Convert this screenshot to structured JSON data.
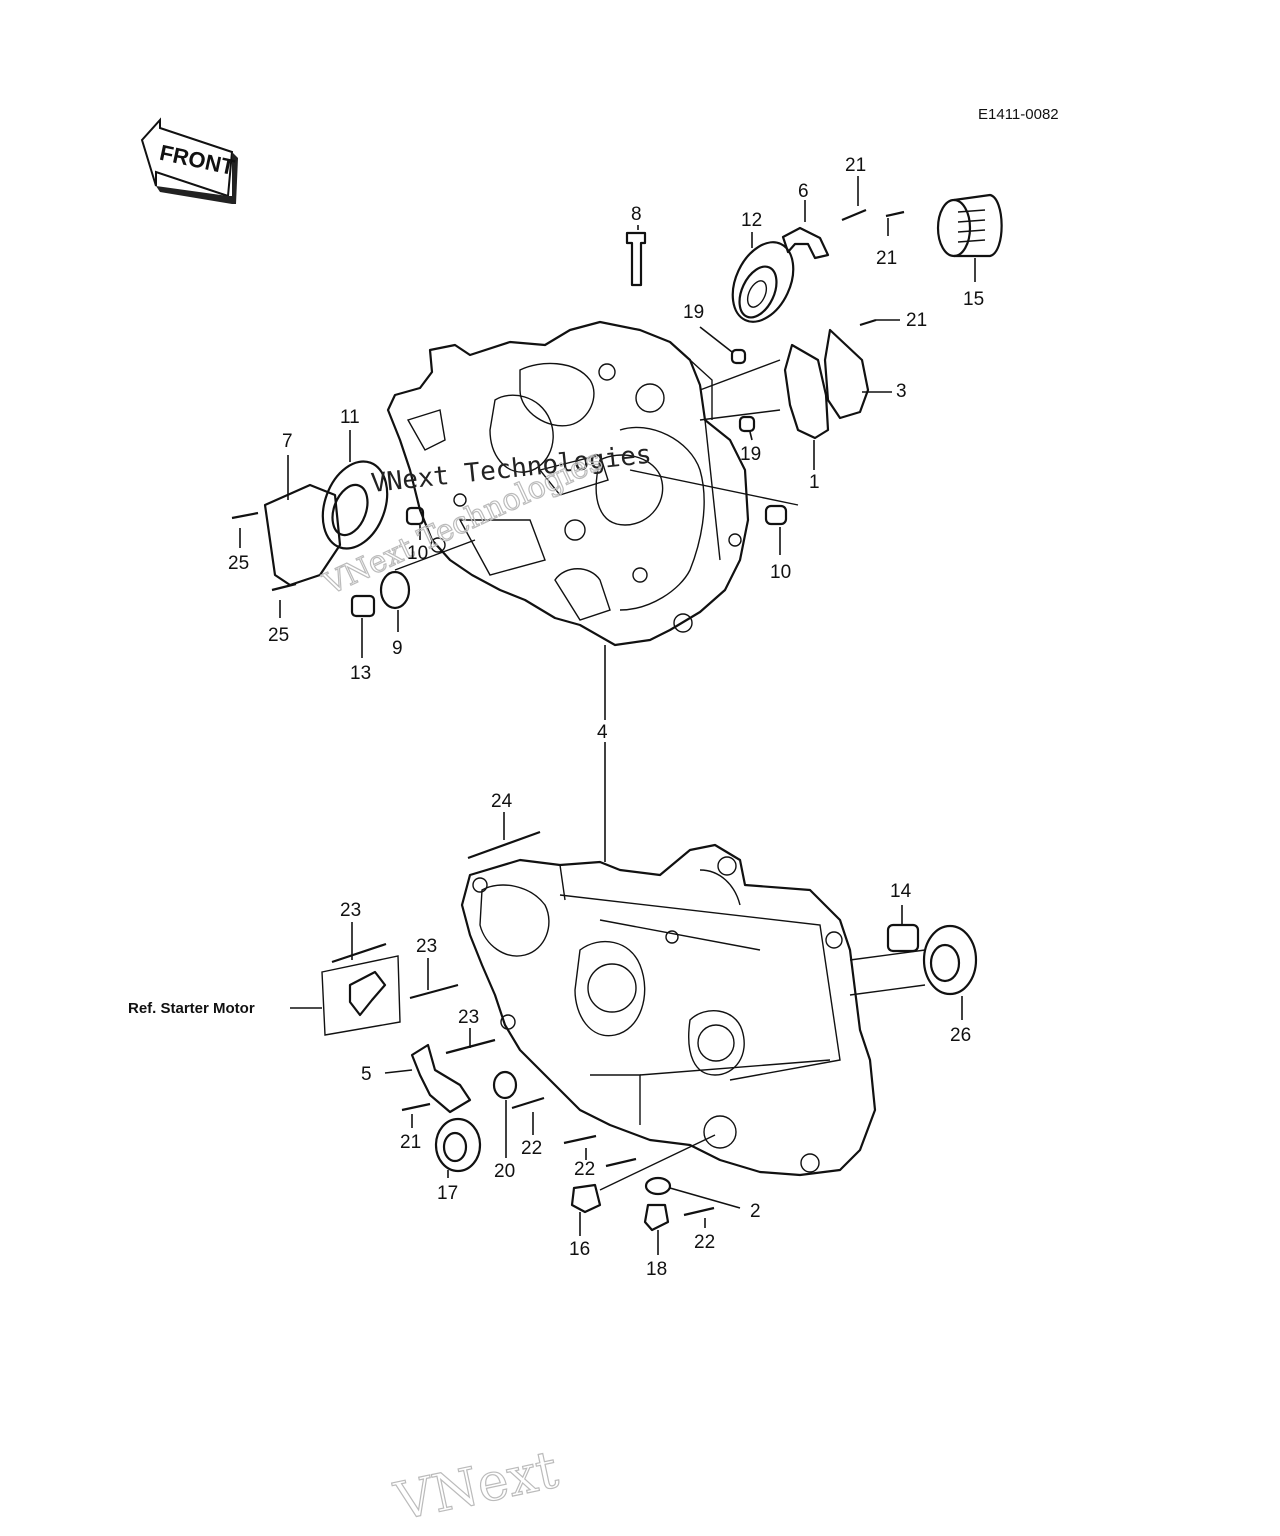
{
  "diagram_code": "E1411-0082",
  "front_label": "FRONT",
  "reference_note": "Ref. Starter Motor",
  "watermark": {
    "primary": "VNext Technologies",
    "secondary": "VNext"
  },
  "part_labels": [
    {
      "id": "l1",
      "text": "1"
    },
    {
      "id": "l2",
      "text": "2"
    },
    {
      "id": "l3",
      "text": "3"
    },
    {
      "id": "l4",
      "text": "4"
    },
    {
      "id": "l5",
      "text": "5"
    },
    {
      "id": "l6",
      "text": "6"
    },
    {
      "id": "l7",
      "text": "7"
    },
    {
      "id": "l8",
      "text": "8"
    },
    {
      "id": "l9",
      "text": "9"
    },
    {
      "id": "l10a",
      "text": "10"
    },
    {
      "id": "l10b",
      "text": "10"
    },
    {
      "id": "l11",
      "text": "11"
    },
    {
      "id": "l12",
      "text": "12"
    },
    {
      "id": "l13",
      "text": "13"
    },
    {
      "id": "l14",
      "text": "14"
    },
    {
      "id": "l15",
      "text": "15"
    },
    {
      "id": "l16",
      "text": "16"
    },
    {
      "id": "l17",
      "text": "17"
    },
    {
      "id": "l18",
      "text": "18"
    },
    {
      "id": "l19a",
      "text": "19"
    },
    {
      "id": "l19b",
      "text": "19"
    },
    {
      "id": "l20",
      "text": "20"
    },
    {
      "id": "l21a",
      "text": "21"
    },
    {
      "id": "l21b",
      "text": "21"
    },
    {
      "id": "l21c",
      "text": "21"
    },
    {
      "id": "l21d",
      "text": "21"
    },
    {
      "id": "l22a",
      "text": "22"
    },
    {
      "id": "l22b",
      "text": "22"
    },
    {
      "id": "l22c",
      "text": "22"
    },
    {
      "id": "l23a",
      "text": "23"
    },
    {
      "id": "l23b",
      "text": "23"
    },
    {
      "id": "l23c",
      "text": "23"
    },
    {
      "id": "l24",
      "text": "24"
    },
    {
      "id": "l25a",
      "text": "25"
    },
    {
      "id": "l25b",
      "text": "25"
    },
    {
      "id": "l26",
      "text": "26"
    }
  ]
}
